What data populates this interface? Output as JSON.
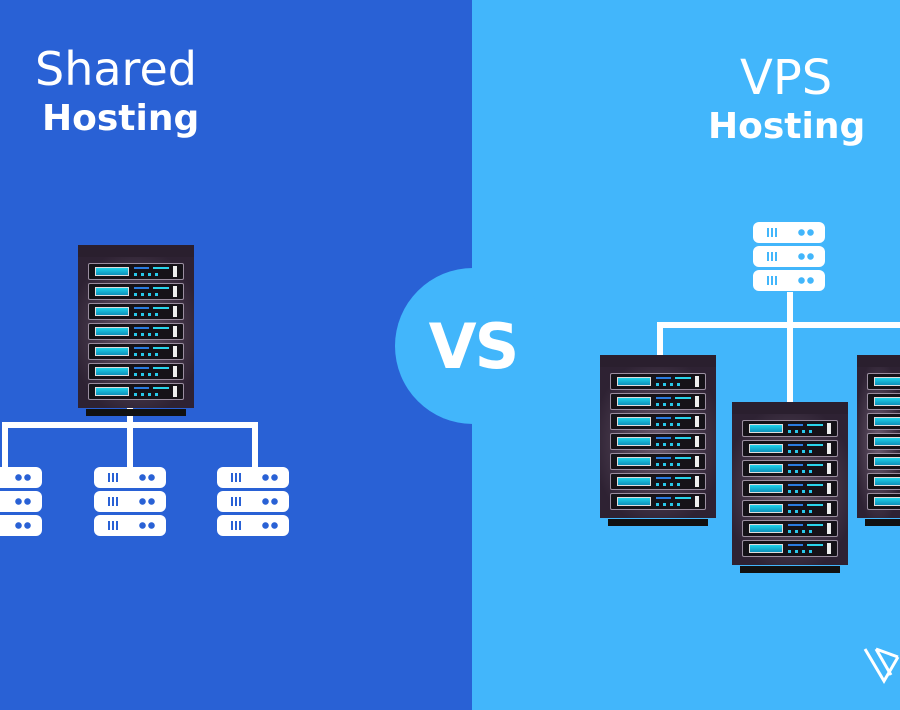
{
  "left": {
    "title_line1": "Shared",
    "title_line2": "Hosting",
    "color": "#2961d5"
  },
  "right": {
    "title_line1": "VPS",
    "title_line2": "Hosting",
    "color": "#42b6fb"
  },
  "vs_label": "VS",
  "icons": [
    "server-rack-icon",
    "server-stack-icon",
    "logo-icon"
  ]
}
